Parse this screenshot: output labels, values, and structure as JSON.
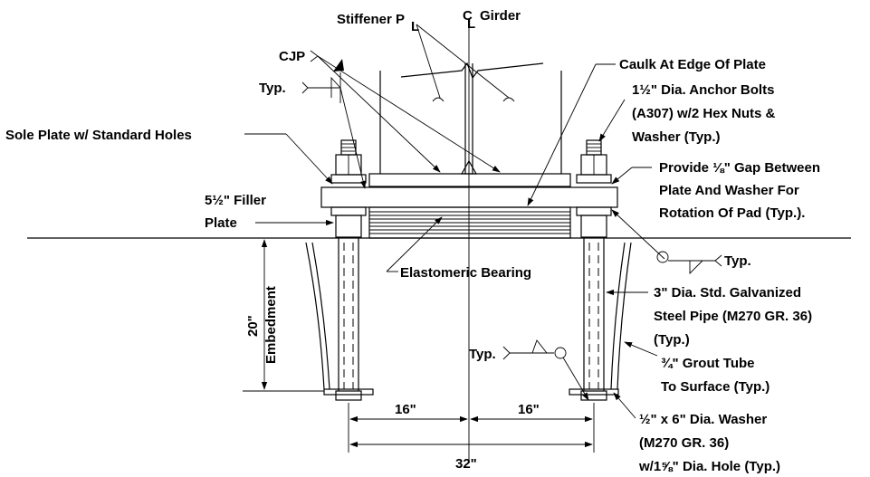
{
  "labels": {
    "stiffener": "Stiffener P",
    "stiffener_cl": "L",
    "girder_c": "C",
    "girder_l": "L",
    "girder": "Girder",
    "cjp": "CJP",
    "typ_weld": "Typ.",
    "caulk": "Caulk At Edge Of Plate",
    "anchor_1": "1½\" Dia. Anchor Bolts",
    "anchor_2": "(A307) w/2 Hex Nuts &",
    "anchor_3": "Washer (Typ.)",
    "sole_plate": "Sole Plate w/ Standard Holes",
    "gap_1": "Provide ⅛\" Gap Between",
    "gap_2": "Plate And Washer For",
    "gap_3": "Rotation Of Pad (Typ.).",
    "filler_1": "5½\" Filler",
    "filler_2": "Plate",
    "typ_right": "Typ.",
    "elastomeric": "Elastomeric Bearing",
    "pipe_1": "3\" Dia. Std. Galvanized",
    "pipe_2": "Steel Pipe (M270 GR. 36)",
    "pipe_3": "(Typ.)",
    "embed_dim": "20\"",
    "embed_word": "Embedment",
    "typ_grout": "Typ.",
    "grout_1": "¾\" Grout Tube",
    "grout_2": "To Surface (Typ.)",
    "dim_left": "16\"",
    "dim_right": "16\"",
    "dim_total": "32\"",
    "washer_1": "½\" x 6\" Dia. Washer",
    "washer_2": "(M270 GR. 36)",
    "washer_3": "w/1⅝\" Dia. Hole (Typ.)"
  }
}
